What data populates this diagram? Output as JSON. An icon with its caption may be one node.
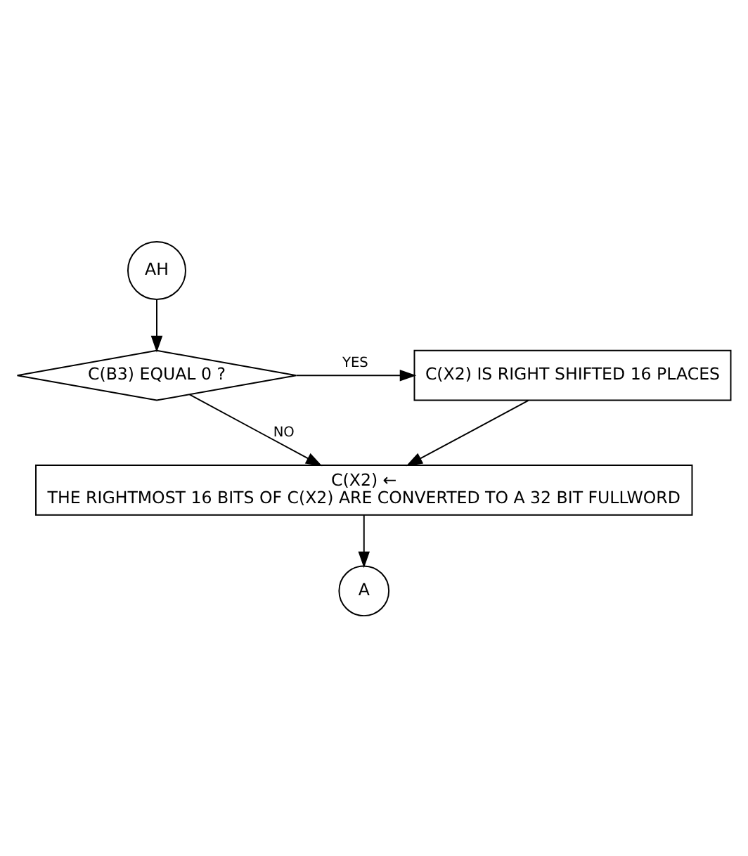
{
  "diagram": {
    "nodes": [
      {
        "text": [
          "AH"
        ]
      },
      {
        "text": [
          "C(B3) EQUAL 0 ?"
        ]
      },
      {
        "text": [
          "C(X2) IS RIGHT SHIFTED 16 PLACES"
        ]
      },
      {
        "text": [
          "C(X2) ←",
          "THE RIGHTMOST 16 BITS OF C(X2) ARE CONVERTED TO A 32 BIT FULLWORD"
        ]
      },
      {
        "text": [
          "A"
        ]
      }
    ],
    "edges": [
      {
        "from": 0,
        "to": 1,
        "arrow": "to"
      },
      {
        "from": 1,
        "to": 2,
        "arrow": "to",
        "label": "YES"
      },
      {
        "from": 1,
        "to": 3,
        "arrow": "to",
        "label": "NO"
      },
      {
        "from": 2,
        "to": 3,
        "arrow": "to"
      },
      {
        "from": 3,
        "to": 4,
        "arrow": "to"
      }
    ]
  }
}
